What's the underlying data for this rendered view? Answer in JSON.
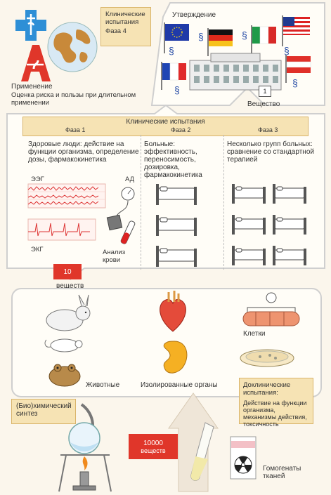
{
  "top": {
    "phase4_title": "Клинические испытания",
    "phase4_sub": "Фаза 4",
    "application_label": "Применение",
    "risk_text": "Оценка риска и пользы при длительном применении",
    "approval_label": "Утверждение",
    "section_sign": "§",
    "substance_count": "1",
    "substance_label": "Вещество"
  },
  "clinical": {
    "title": "Клинические испытания",
    "phases": [
      {
        "name": "Фаза 1",
        "text": "Здоровые люди: действие на функции организма, определение дозы, фармакокинетика"
      },
      {
        "name": "Фаза 2",
        "text": "Больные: эффективность, переносимость, дозировка, фармакокинетика"
      },
      {
        "name": "Фаза 3",
        "text": "Несколько групп больных: сравнение со стандартной терапией"
      }
    ],
    "eeg_label": "ЭЭГ",
    "ecg_label": "ЭКГ",
    "bp_label": "АД",
    "blood_label": "Анализ крови"
  },
  "preclinical": {
    "substances_count": "10",
    "substances_label": "веществ",
    "animals_label": "Животные",
    "organs_label": "Изолированные органы",
    "cells_label": "Клетки",
    "title": "Доклинические испытания:",
    "text": "Действие на функции организма, механизмы действия, токсичность"
  },
  "synthesis": {
    "label": "(Био)химический синтез",
    "count": "10000",
    "unit": "веществ",
    "homogenates_label": "Гомогенаты тканей"
  },
  "colors": {
    "accent_red": "#e0362a",
    "note_fill": "#f6e3b4",
    "panel_border": "#cfcfcf"
  }
}
